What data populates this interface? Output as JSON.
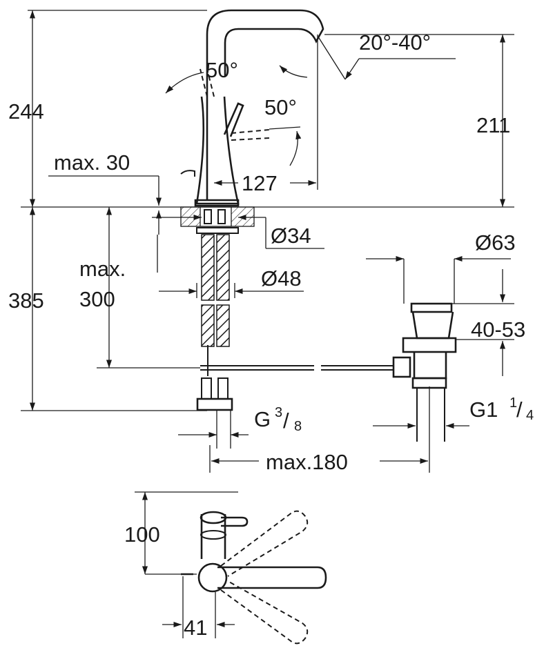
{
  "dimensions": {
    "height_total": "244",
    "height_spout": "211",
    "spout_angle": "20°-40°",
    "lever_angle_upper": "50°",
    "lever_angle_lower": "50°",
    "max_thickness": "max. 30",
    "reach": "127",
    "hole_diameter": "Ø34",
    "shank_diameter": "Ø48",
    "depth_below": "385",
    "max_depth_line1": "max.",
    "max_depth_line2": "300",
    "waste_diameter": "Ø63",
    "waste_range": "40-53",
    "connection_thread": "G",
    "connection_num": "3",
    "connection_den": "8",
    "waste_thread": "G1",
    "waste_num": "1",
    "waste_den": "4",
    "max_spread": "max.180",
    "plan_depth": "100",
    "plan_width": "41"
  }
}
